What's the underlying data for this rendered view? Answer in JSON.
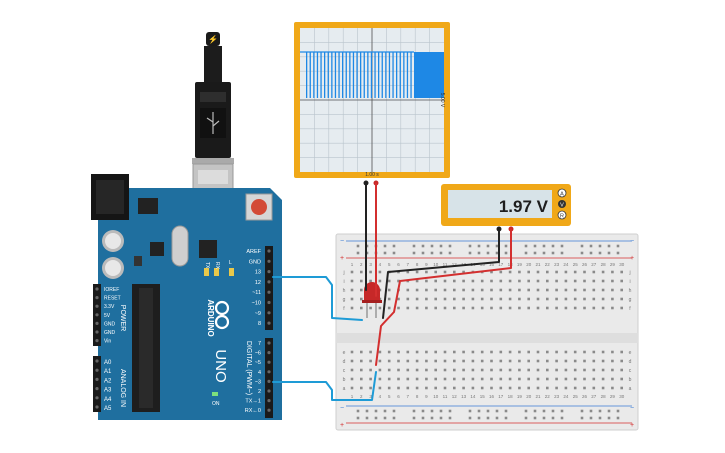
{
  "oscilloscope": {
    "time_label": "1.00 s",
    "volt_label": "5.00 V"
  },
  "multimeter": {
    "reading": "1.97 V",
    "mode_a": "A",
    "mode_v": "V",
    "mode_r": "R"
  },
  "arduino": {
    "power_header_labels": [
      "IOREF",
      "RESET",
      "3.3V",
      "5V",
      "GND",
      "GND",
      "Vin"
    ],
    "analog_labels": [
      "A0",
      "A1",
      "A2",
      "A3",
      "A4",
      "A5"
    ],
    "power_title": "POWER",
    "analog_title": "ANALOG IN",
    "digital_top_labels": [
      "AREF",
      "GND",
      "13",
      "12",
      "~11",
      "~10",
      "~9",
      "8"
    ],
    "digital_bottom_labels": [
      "7",
      "~6",
      "~5",
      "4",
      "~3",
      "2",
      "TX→1",
      "RX←0"
    ],
    "digital_title": "DIGITAL (PWM~)",
    "brand": "ARDUINO",
    "model": "UNO",
    "tx_label": "TX",
    "rx_label": "RX",
    "l_label": "L",
    "on_label": "ON"
  },
  "breadboard": {
    "column_numbers": [
      "1",
      "2",
      "3",
      "4",
      "5",
      "6",
      "7",
      "8",
      "9",
      "10",
      "11",
      "12",
      "13",
      "14",
      "15",
      "16",
      "17",
      "18",
      "19",
      "20",
      "21",
      "22",
      "23",
      "24",
      "25",
      "26",
      "27",
      "28",
      "29",
      "30"
    ],
    "rows_top": [
      "j",
      "i",
      "h",
      "g",
      "f"
    ],
    "rows_bottom": [
      "e",
      "d",
      "c",
      "b",
      "a"
    ],
    "rail_plus": "+",
    "rail_minus": "−"
  }
}
